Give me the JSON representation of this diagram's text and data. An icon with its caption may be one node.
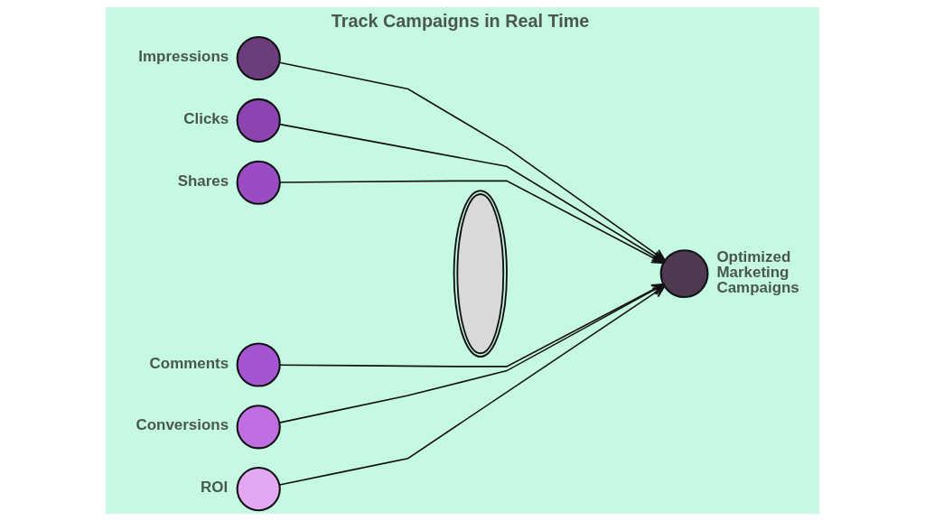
{
  "diagram": {
    "title": "Track Campaigns in Real Time",
    "nodes": [
      {
        "text": [
          "Impressions"
        ]
      },
      {
        "text": [
          "Clicks"
        ]
      },
      {
        "text": [
          "Shares"
        ]
      },
      {
        "text": [
          "Comments"
        ]
      },
      {
        "text": [
          "Conversions"
        ]
      },
      {
        "text": [
          "ROI"
        ]
      },
      {
        "text": [],
        "shape": "lens"
      },
      {
        "text": [
          "Optimized Marketing Campaigns"
        ]
      }
    ],
    "edges": [
      {
        "from": 0,
        "to": 7,
        "arrow": "to"
      },
      {
        "from": 1,
        "to": 7,
        "arrow": "to"
      },
      {
        "from": 2,
        "to": 7,
        "arrow": "to"
      },
      {
        "from": 3,
        "to": 7,
        "arrow": "to"
      },
      {
        "from": 4,
        "to": 7,
        "arrow": "to"
      },
      {
        "from": 5,
        "to": 7,
        "arrow": "to"
      }
    ]
  }
}
